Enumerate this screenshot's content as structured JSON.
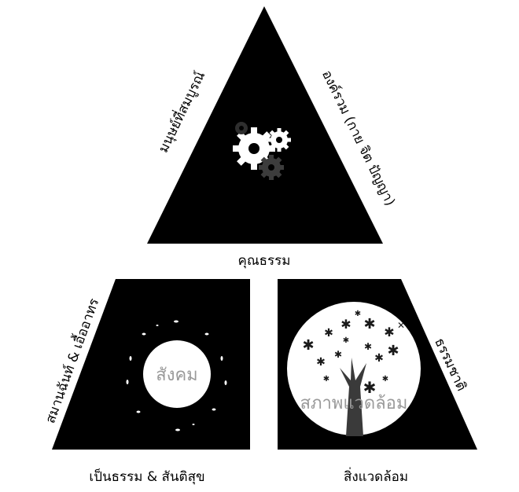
{
  "triangle": {
    "left_side_label": "มนุษย์ที่สมบูรณ์",
    "right_side_label": "องค์รวม (กาย จิต ปัญญา)",
    "bottom_label": "คุณธรรม",
    "center_icon": "gears-icon"
  },
  "left_panel": {
    "side_label": "สมานฉันท์ & เอื้ออาทร",
    "circle_label": "สังคม",
    "bottom_label": "เป็นธรรม & สันติสุข",
    "decoration_icon": "particles-ring-icon"
  },
  "right_panel": {
    "side_label": "ธรรมชาติ",
    "circle_label": "สภาพแวดล้อม",
    "bottom_label": "สิ่งแวดล้อม",
    "decoration_icon": "tree-icon"
  },
  "colors": {
    "panel_fill": "#000000",
    "circle_fill": "#ffffff",
    "text": "#000000",
    "muted_text": "#9a9a9a"
  }
}
